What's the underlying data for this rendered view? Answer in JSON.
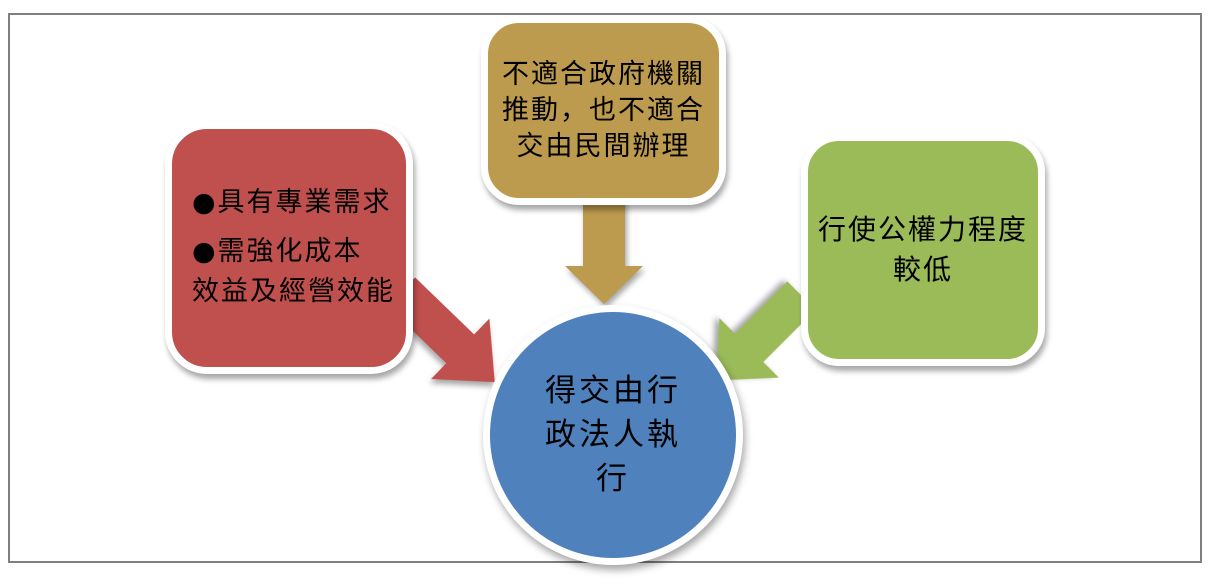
{
  "canvas": {
    "background_color": "#FFFFFF",
    "border_color": "#7F7F7F"
  },
  "left_box": {
    "shape": "rounded-rectangle",
    "color": "#C0504D",
    "text_color": "#000000",
    "lines": [
      "●具有專業需求",
      "●需強化成本",
      "效益及經營效能"
    ]
  },
  "top_box": {
    "shape": "rounded-rectangle",
    "color": "#BC9A4E",
    "text_color": "#000000",
    "lines": [
      "不適合政府機關",
      "推動，也不適合",
      "交由民間辦理"
    ]
  },
  "right_box": {
    "shape": "rounded-rectangle",
    "color": "#9BBB59",
    "text_color": "#000000",
    "lines": [
      "行使公權力程度",
      "較低"
    ]
  },
  "center_circle": {
    "shape": "circle",
    "color": "#4F81BD",
    "text_color": "#000000",
    "lines": [
      "得交由行",
      "政法人執",
      "行"
    ]
  },
  "arrows": {
    "from_left_box": {
      "color": "#C0504D",
      "direction": "down-right"
    },
    "from_top_box": {
      "color": "#BC9A4E",
      "direction": "down"
    },
    "from_right_box": {
      "color": "#9BBB59",
      "direction": "down-left"
    }
  }
}
